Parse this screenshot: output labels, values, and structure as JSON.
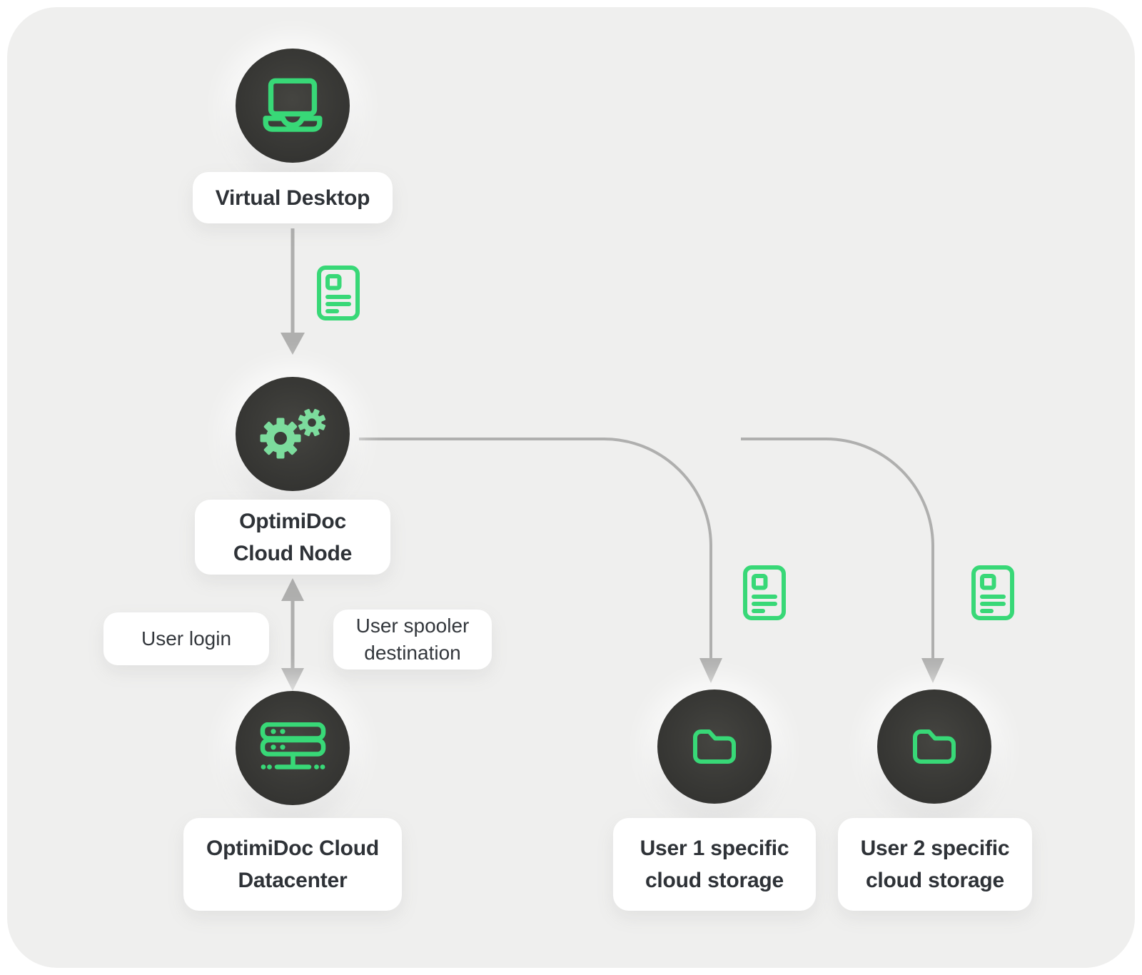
{
  "colors": {
    "page_background": "#ffffff",
    "card_background": "#efefee",
    "circle_dark": "#383835",
    "icon_stroke_green": "#38d877",
    "gear_fill_green": "#7cdc9d",
    "arrow_gray": "#afafae",
    "label_background": "#ffffff",
    "label_text": "#2e3237"
  },
  "icons": {
    "virtual_desktop": "laptop-icon",
    "cloud_node": "gears-icon",
    "datacenter": "server-icon",
    "user_storage": "folder-icon",
    "print_job": "document-icon"
  },
  "nodes": {
    "virtual_desktop": {
      "label": "Virtual Desktop"
    },
    "cloud_node": {
      "label_line1": "OptimiDoc",
      "label_line2": "Cloud Node"
    },
    "datacenter": {
      "label_line1": "OptimiDoc Cloud",
      "label_line2": "Datacenter"
    },
    "user1_storage": {
      "label_line1": "User 1 specific",
      "label_line2": "cloud storage"
    },
    "user2_storage": {
      "label_line1": "User 2 specific",
      "label_line2": "cloud storage"
    }
  },
  "edge_labels": {
    "user_login": {
      "text": "User login"
    },
    "user_spooler_destination": {
      "line1": "User spooler",
      "line2": "destination"
    }
  }
}
